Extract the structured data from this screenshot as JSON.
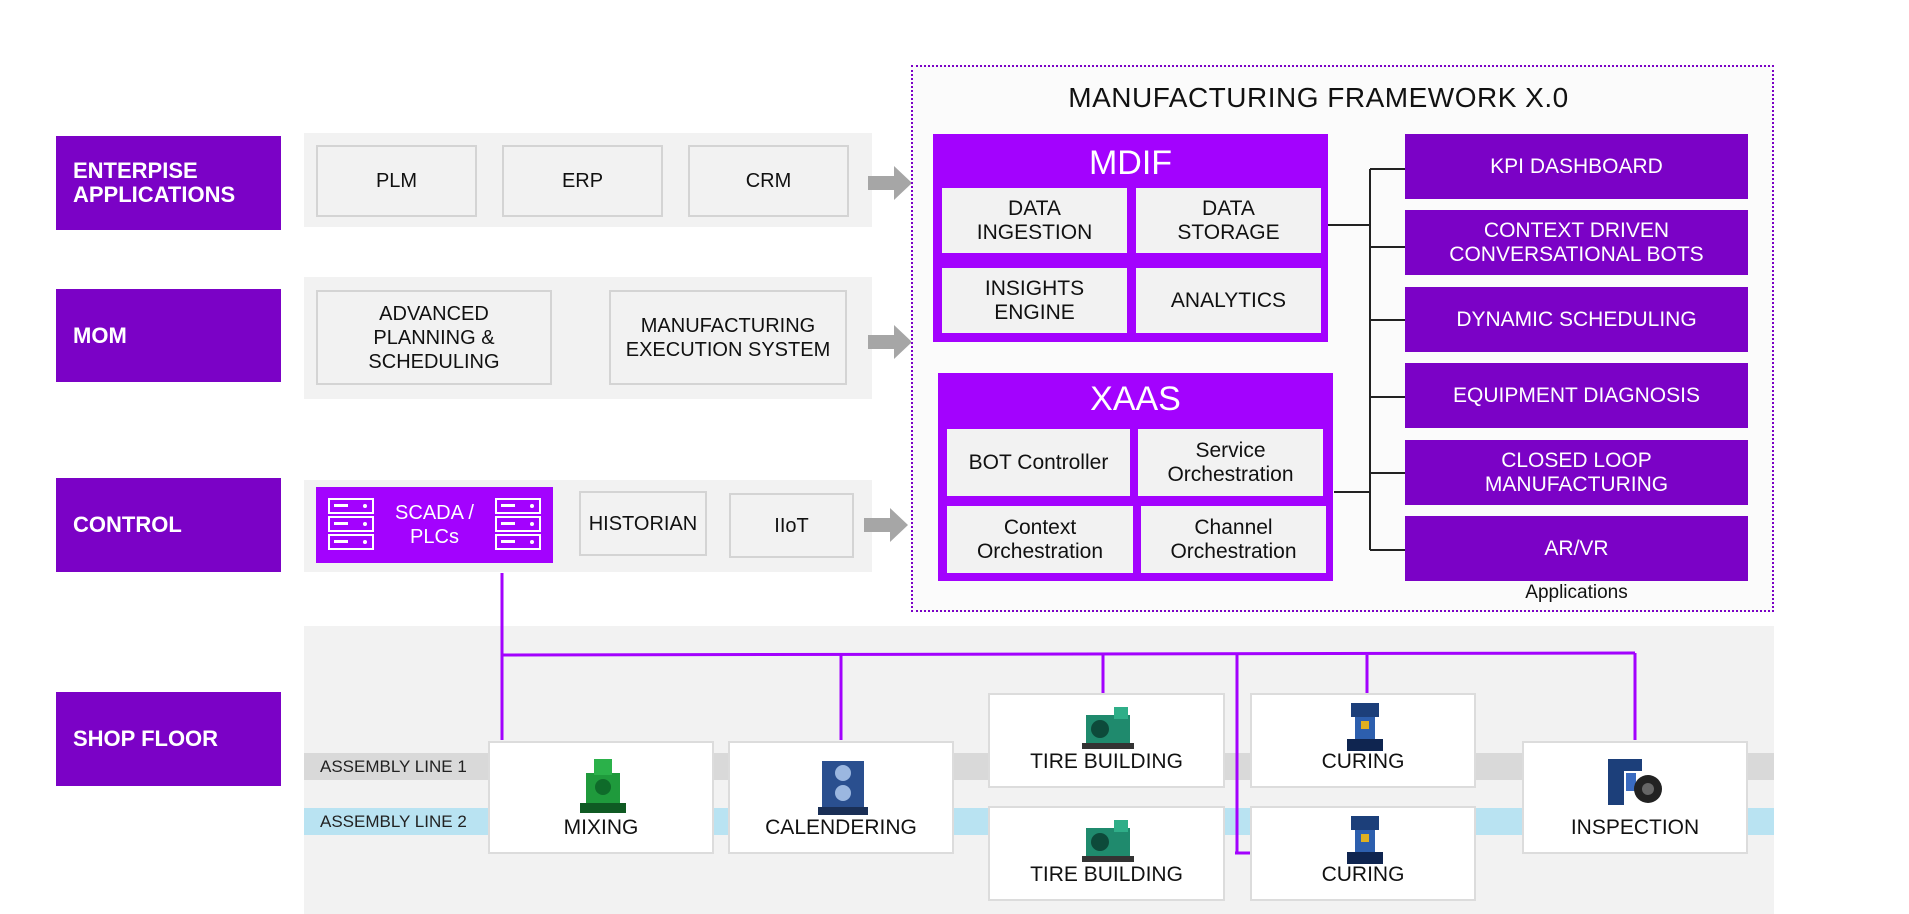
{
  "layers": {
    "enterprise": "ENTERPISE\nAPPLICATIONS",
    "mom": "MOM",
    "control": "CONTROL",
    "shop_floor": "SHOP FLOOR"
  },
  "enterprise_systems": [
    "PLM",
    "ERP",
    "CRM"
  ],
  "mom_systems": [
    "ADVANCED\nPLANNING &\nSCHEDULING",
    "MANUFACTURING\nEXECUTION SYSTEM"
  ],
  "control_systems": {
    "scada": "SCADA /\nPLCs",
    "historian": "HISTORIAN",
    "iiot": "IIoT"
  },
  "framework": {
    "title": "MANUFACTURING FRAMEWORK X.0",
    "mdif": {
      "title": "MDIF",
      "modules": [
        "DATA\nINGESTION",
        "DATA\nSTORAGE",
        "INSIGHTS\nENGINE",
        "ANALYTICS"
      ]
    },
    "xaas": {
      "title": "XAAS",
      "modules": [
        "BOT Controller",
        "Service\nOrchestration",
        "Context\nOrchestration",
        "Channel\nOrchestration"
      ]
    },
    "applications_label": "Applications",
    "applications": [
      "KPI DASHBOARD",
      "CONTEXT DRIVEN\nCONVERSATIONAL BOTS",
      "DYNAMIC SCHEDULING",
      "EQUIPMENT DIAGNOSIS",
      "CLOSED LOOP\nMANUFACTURING",
      "AR/VR"
    ]
  },
  "shop_floor": {
    "lines": [
      "ASSEMBLY LINE 1",
      "ASSEMBLY LINE 2"
    ],
    "stations": {
      "mixing": "MIXING",
      "calendering": "CALENDERING",
      "tire_building_1": "TIRE BUILDING",
      "tire_building_2": "TIRE BUILDING",
      "curing_1": "CURING",
      "curing_2": "CURING",
      "inspection": "INSPECTION"
    }
  },
  "colors": {
    "layer_purple": "#7b02c6",
    "bright_purple": "#a302fe",
    "band_grey": "#f2f2f2",
    "line1_grey": "#d9d9d9",
    "line2_blue": "#b9e3f2"
  }
}
